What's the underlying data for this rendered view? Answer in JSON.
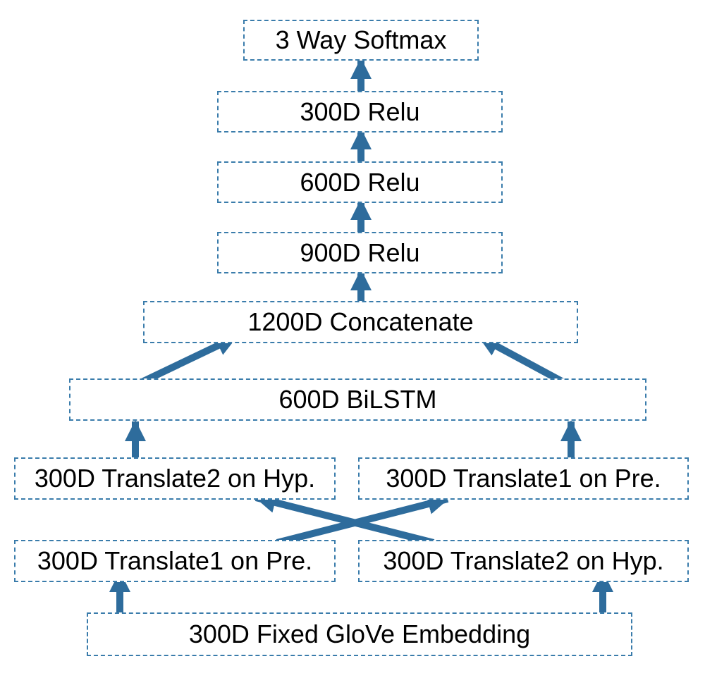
{
  "diagram": {
    "arrow_color": "#2e6c9c",
    "border_color": "#3a7cab",
    "nodes": {
      "softmax": "3 Way Softmax",
      "relu300": "300D Relu",
      "relu600": "600D Relu",
      "relu900": "900D Relu",
      "concat": "1200D Concatenate",
      "bilstm": "600D BiLSTM",
      "t2_hyp_top": "300D Translate2 on Hyp.",
      "t1_pre_top": "300D Translate1 on Pre.",
      "t1_pre_bottom": "300D Translate1 on Pre.",
      "t2_hyp_bottom": "300D Translate2 on Hyp.",
      "glove": "300D Fixed GloVe Embedding"
    }
  }
}
